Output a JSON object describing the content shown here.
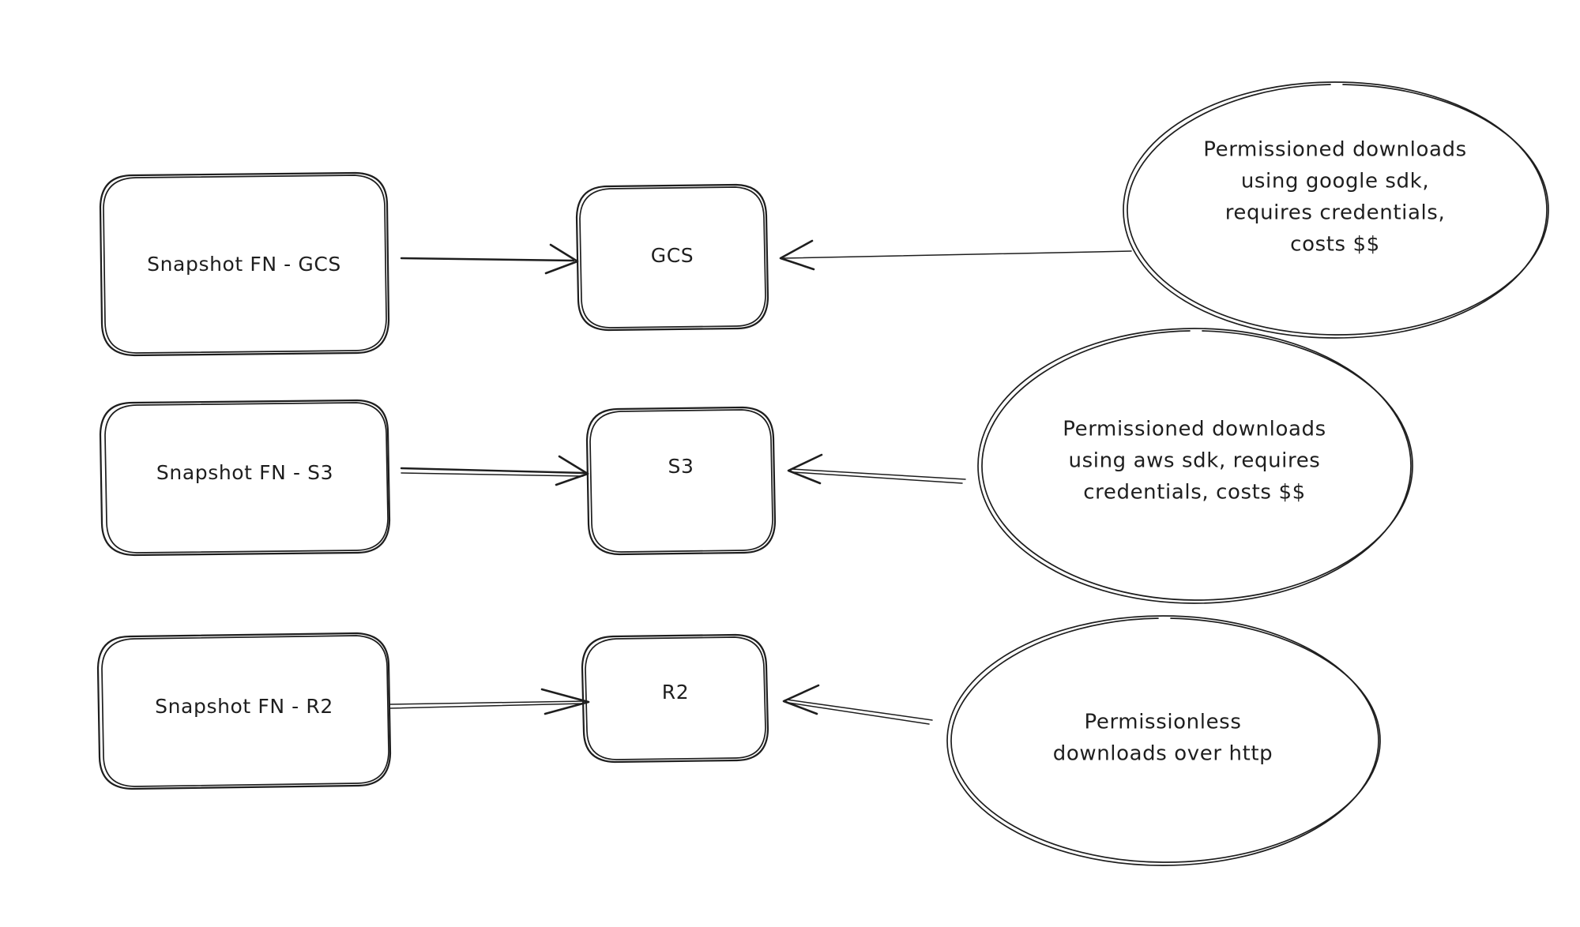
{
  "diagram": {
    "title_style": "hand-drawn sketch",
    "background_color": "#ffffff",
    "stroke_color": "#1e1e1e",
    "rows": [
      {
        "id": "gcs",
        "source_label": "Snapshot FN - GCS",
        "target_label": "GCS",
        "note_lines": [
          "Permissioned downloads",
          "using google sdk,",
          "requires credentials,",
          "costs $$"
        ]
      },
      {
        "id": "s3",
        "source_label": "Snapshot FN - S3",
        "target_label": "S3",
        "note_lines": [
          "Permissioned downloads",
          "using aws sdk, requires",
          "credentials, costs $$"
        ]
      },
      {
        "id": "r2",
        "source_label": "Snapshot FN - R2",
        "target_label": "R2",
        "note_lines": [
          "Permissionless",
          "downloads over http"
        ]
      }
    ]
  }
}
